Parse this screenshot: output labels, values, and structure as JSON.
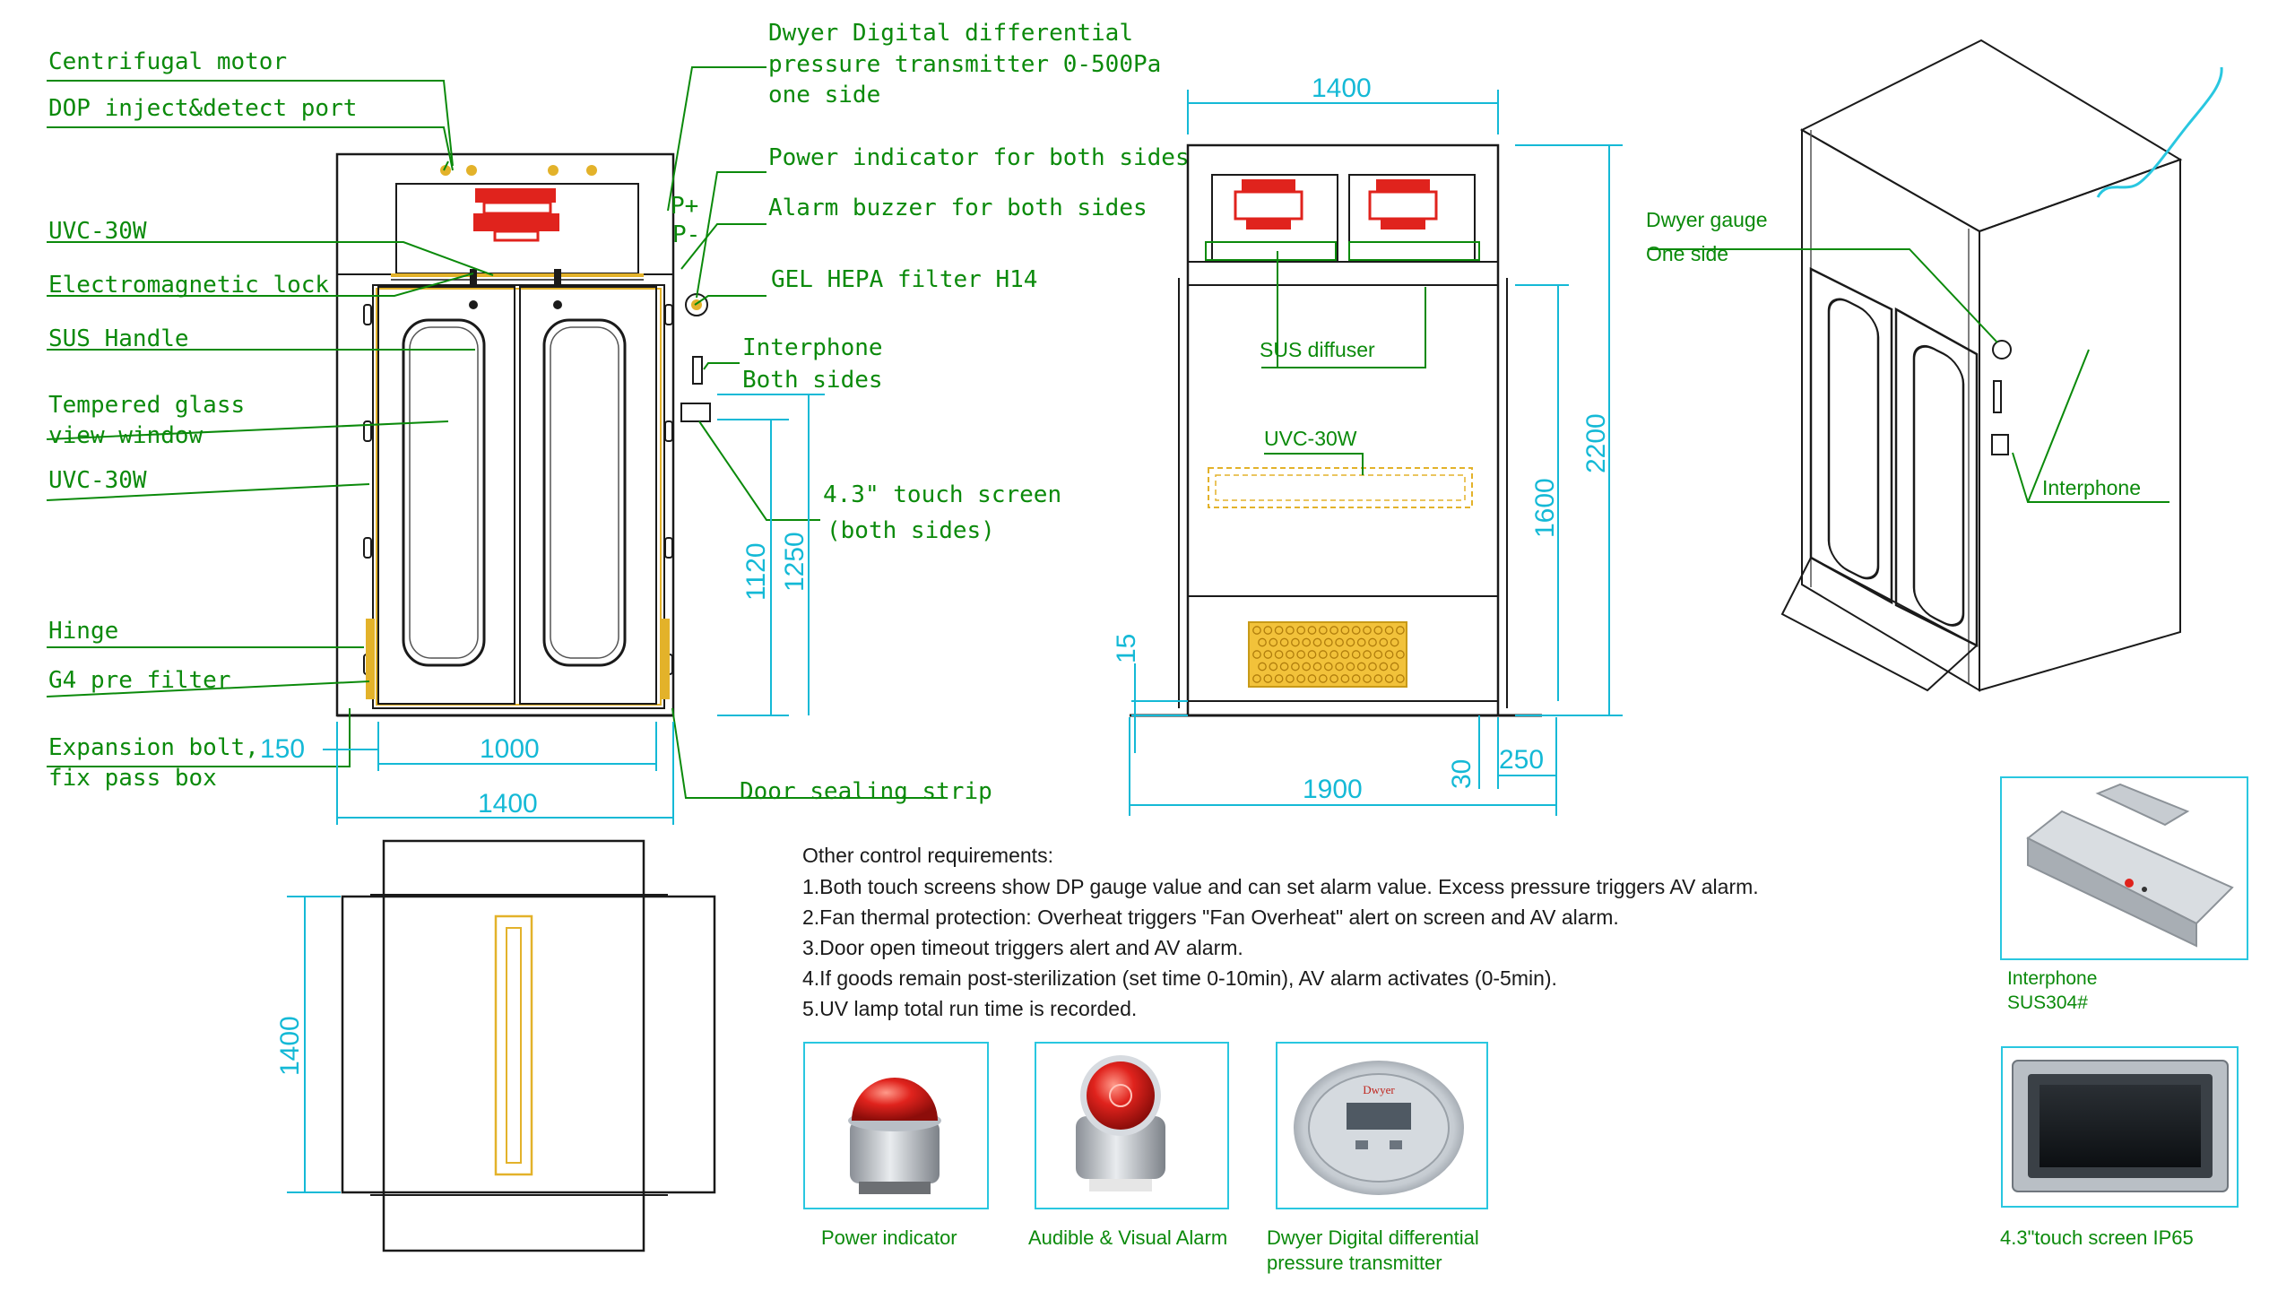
{
  "front_view": {
    "labels": {
      "centrifugal_motor": "Centrifugal motor",
      "dop_port": "DOP inject&detect port",
      "uvc_top": "UVC-30W",
      "em_lock": "Electromagnetic lock",
      "sus_handle": "SUS Handle",
      "glass_1": "Tempered glass",
      "glass_2": "view window",
      "uvc_side": "UVC-30W",
      "hinge": "Hinge",
      "g4_filter": "G4 pre filter",
      "bolt_1": "Expansion bolt,",
      "bolt_2": "fix pass box",
      "dwyer_1": "Dwyer Digital differential",
      "dwyer_2": "pressure transmitter 0-500Pa",
      "dwyer_3": "one side",
      "power_ind": "Power indicator for both sides",
      "alarm": "Alarm buzzer for both sides",
      "hepa": "GEL HEPA filter H14",
      "interphone_1": "Interphone",
      "interphone_2": "Both sides",
      "touch_1": "4.3\" touch screen",
      "touch_2": "(both sides)",
      "door_strip": "Door sealing strip",
      "p_plus": "P+",
      "p_minus": "P-"
    },
    "dims": {
      "d150": "150",
      "d1000": "1000",
      "d1400": "1400",
      "d1120": "1120",
      "d1250": "1250"
    }
  },
  "side_view": {
    "labels": {
      "sus_diffuser": "SUS diffuser",
      "uvc": "UVC-30W"
    },
    "dims": {
      "d1400": "1400",
      "d2200": "2200",
      "d1600": "1600",
      "d15": "15",
      "d30": "30",
      "d250": "250",
      "d1900": "1900"
    }
  },
  "iso_view": {
    "labels": {
      "dwyer_gauge_1": "Dwyer gauge",
      "dwyer_gauge_2": "One side",
      "interphone": "Interphone"
    }
  },
  "top_view": {
    "dims": {
      "d1400": "1400"
    }
  },
  "notes": {
    "title": "Other control requirements:",
    "items": [
      "1.Both touch screens show DP gauge value and can set alarm value. Excess pressure triggers AV alarm.",
      "2.Fan thermal protection: Overheat triggers \"Fan Overheat\" alert on screen and AV alarm.",
      "3.Door open timeout triggers alert and AV alarm.",
      "4.If goods remain post-sterilization (set time 0-10min), AV alarm activates (0-5min).",
      "5.UV lamp total run time is recorded."
    ]
  },
  "photos": {
    "power_indicator": "Power indicator",
    "av_alarm": "Audible & Visual Alarm",
    "dwyer_1": "Dwyer Digital differential",
    "dwyer_2": "pressure transmitter",
    "dwyer_brand": "Dwyer",
    "interphone_1": "Interphone",
    "interphone_2": "SUS304#",
    "touchscreen": "4.3\"touch screen IP65"
  },
  "colors": {
    "label_green": "#0b8a0b",
    "dimension_cyan": "#14b9d6",
    "frame_cyan": "#29c7e0",
    "accent_yellow": "#e3b22a",
    "fan_red": "#e0231d"
  }
}
